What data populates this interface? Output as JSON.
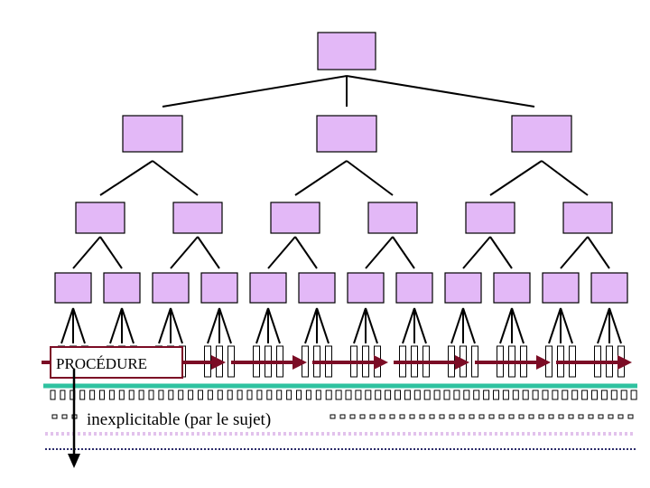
{
  "diagram": {
    "procedure_label": "PROCÉDURE",
    "bottom_label": "inexplicitable (par le sujet)",
    "colors": {
      "node_fill": "#e3b8f7",
      "procedure": "#7b0c25",
      "teal": "#2fc2a0",
      "pink_dots": "#e2c2ec",
      "navy_dots": "#2c2c6a"
    },
    "levels": {
      "root": 1,
      "level2": 3,
      "level3": 6,
      "level4": 12,
      "leaves_per_level4_node": 3
    }
  }
}
